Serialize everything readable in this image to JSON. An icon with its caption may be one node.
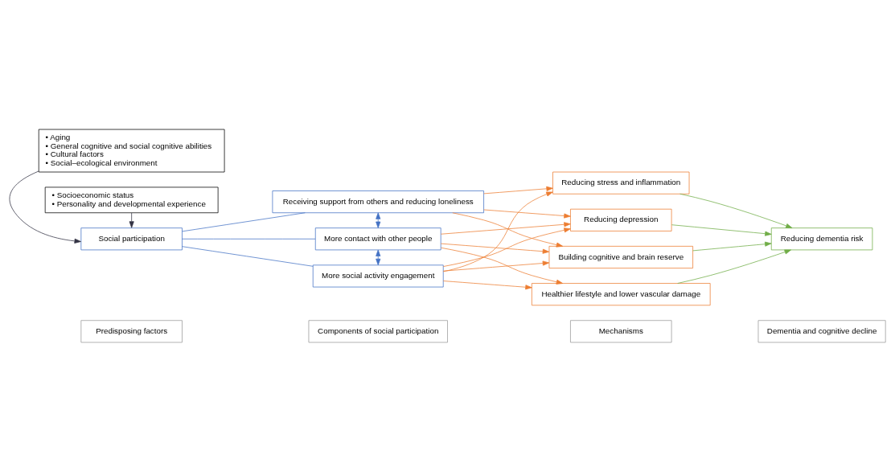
{
  "diagram": {
    "nodes": [
      {
        "text": [
          "Predisposing factors"
        ]
      },
      {
        "text": [
          "Components of social participation"
        ]
      },
      {
        "text": [
          "Mechanisms"
        ]
      },
      {
        "text": [
          "Dementia and cognitive decline"
        ]
      },
      {
        "text": [
          "• Socioeconomic status",
          "• Personality and developmental experience"
        ]
      },
      {
        "text": [
          "Social participation"
        ]
      },
      {
        "text": [
          "• Aging",
          "• General cognitive and social cognitive abilities",
          "• Cultural factors",
          "• Social–ecological environment"
        ]
      },
      {
        "text": [
          "Receiving support from others and reducing loneliness"
        ]
      },
      {
        "text": [
          "More contact with other people"
        ]
      },
      {
        "text": [
          "More social activity engagement"
        ]
      },
      {
        "text": [
          "Reducing stress and inflammation"
        ]
      },
      {
        "text": [
          "Reducing depression"
        ]
      },
      {
        "text": [
          "Building cognitive and brain reserve"
        ]
      },
      {
        "text": [
          "Healthier lifestyle and lower vascular damage"
        ]
      },
      {
        "text": [
          "Reducing dementia risk"
        ]
      }
    ],
    "edges": [
      {
        "from": 4,
        "to": 5,
        "arrow": "to",
        "color": "#333344"
      },
      {
        "from": 6,
        "to": 5,
        "arrow": "to",
        "color": "#333344"
      },
      {
        "from": 5,
        "to": 7,
        "arrow": "none",
        "color": "#4472c4"
      },
      {
        "from": 5,
        "to": 8,
        "arrow": "none",
        "color": "#4472c4"
      },
      {
        "from": 5,
        "to": 9,
        "arrow": "none",
        "color": "#4472c4"
      },
      {
        "from": 7,
        "to": 8,
        "arrow": "both",
        "color": "#4472c4"
      },
      {
        "from": 8,
        "to": 9,
        "arrow": "both",
        "color": "#4472c4"
      },
      {
        "from": 7,
        "to": 10,
        "arrow": "to"
      },
      {
        "from": 7,
        "to": 11,
        "arrow": "to"
      },
      {
        "from": 7,
        "to": 12,
        "arrow": "to"
      },
      {
        "from": 8,
        "to": 11,
        "arrow": "to"
      },
      {
        "from": 8,
        "to": 12,
        "arrow": "to"
      },
      {
        "from": 8,
        "to": 13,
        "arrow": "to"
      },
      {
        "from": 9,
        "to": 10,
        "arrow": "to"
      },
      {
        "from": 9,
        "to": 11,
        "arrow": "to"
      },
      {
        "from": 9,
        "to": 12,
        "arrow": "to"
      },
      {
        "from": 9,
        "to": 13,
        "arrow": "to"
      },
      {
        "from": 10,
        "to": 14,
        "arrow": "to",
        "color": "#70ad47"
      },
      {
        "from": 11,
        "to": 14,
        "arrow": "to",
        "color": "#70ad47"
      },
      {
        "from": 12,
        "to": 14,
        "arrow": "to",
        "color": "#70ad47"
      },
      {
        "from": 13,
        "to": 14,
        "arrow": "to",
        "color": "#70ad47"
      }
    ]
  }
}
